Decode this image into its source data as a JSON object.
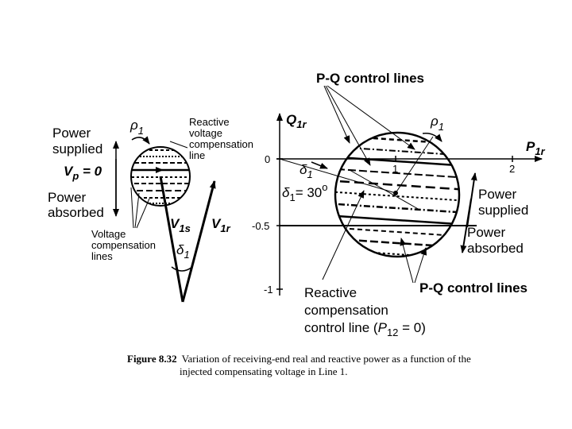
{
  "left": {
    "power_supplied": [
      "Power",
      "supplied"
    ],
    "vp_label": "V",
    "vp_sub": "p",
    "vp_eq": " = 0",
    "power_absorbed": [
      "Power",
      "absorbed"
    ],
    "rho": "ρ",
    "rho_sub": "1",
    "reactive_comp": [
      "Reactive",
      "voltage",
      "compensation",
      "line"
    ],
    "voltage_comp": [
      "Voltage",
      "compensation",
      "lines"
    ],
    "v1s": "V",
    "v1s_sub": "1s",
    "v1r": "V",
    "v1r_sub": "1r",
    "delta": "δ",
    "delta_sub": "1"
  },
  "right": {
    "pq_top": "P-Q control lines",
    "pq_bottom": "P-Q control lines",
    "q_axis": "Q",
    "q_axis_sub": "1r",
    "p_axis": "P",
    "p_axis_sub": "1r",
    "rho": "ρ",
    "rho_sub": "1",
    "delta": "δ",
    "delta_sub": "1",
    "delta_eq": "δ",
    "delta_eq_sub": "1",
    "delta_eq_val": "= 30",
    "delta_eq_sup": "o",
    "ticks_y": [
      "0",
      "-0.5",
      "-1"
    ],
    "ticks_x": [
      "1",
      "2"
    ],
    "power_supplied": [
      "Power",
      "supplied"
    ],
    "power_absorbed": [
      "Power",
      "absorbed"
    ],
    "reactive_control": [
      "Reactive",
      "compensation"
    ],
    "reactive_control_line3": "control line (",
    "p12": "P",
    "p12_sub": "12",
    "p12_tail": " = 0)"
  },
  "caption": {
    "label": "Figure 8.32",
    "line1": "Variation of receiving-end real and reactive power as a function of the",
    "line2": "injected compensating voltage in Line 1."
  }
}
